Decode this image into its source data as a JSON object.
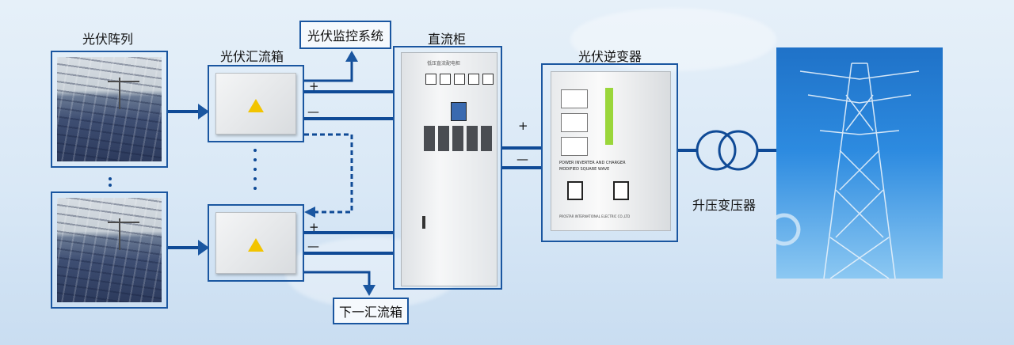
{
  "labels": {
    "pv_array": "光伏阵列",
    "combiner_box": "光伏汇流箱",
    "monitoring_system": "光伏监控系统",
    "dc_cabinet": "直流柜",
    "inverter": "光伏逆变器",
    "step_up_transformer": "升压变压器",
    "next_combiner": "下一汇流箱"
  },
  "signs": {
    "plus": "+",
    "minus": "—"
  },
  "cabinet_text": "低压直流配电柜",
  "inverter_text": {
    "line1": "POWER INVERTER AND CHARGER",
    "line2": "MODIFIED SQUARE WAVE",
    "maker": "PROSTAR INTERNATIONAL ELECTRIC CO.,LTD"
  },
  "colors": {
    "line": "#0f4a96",
    "box_border": "#1a56a0",
    "arrow": "#1a56a0"
  }
}
